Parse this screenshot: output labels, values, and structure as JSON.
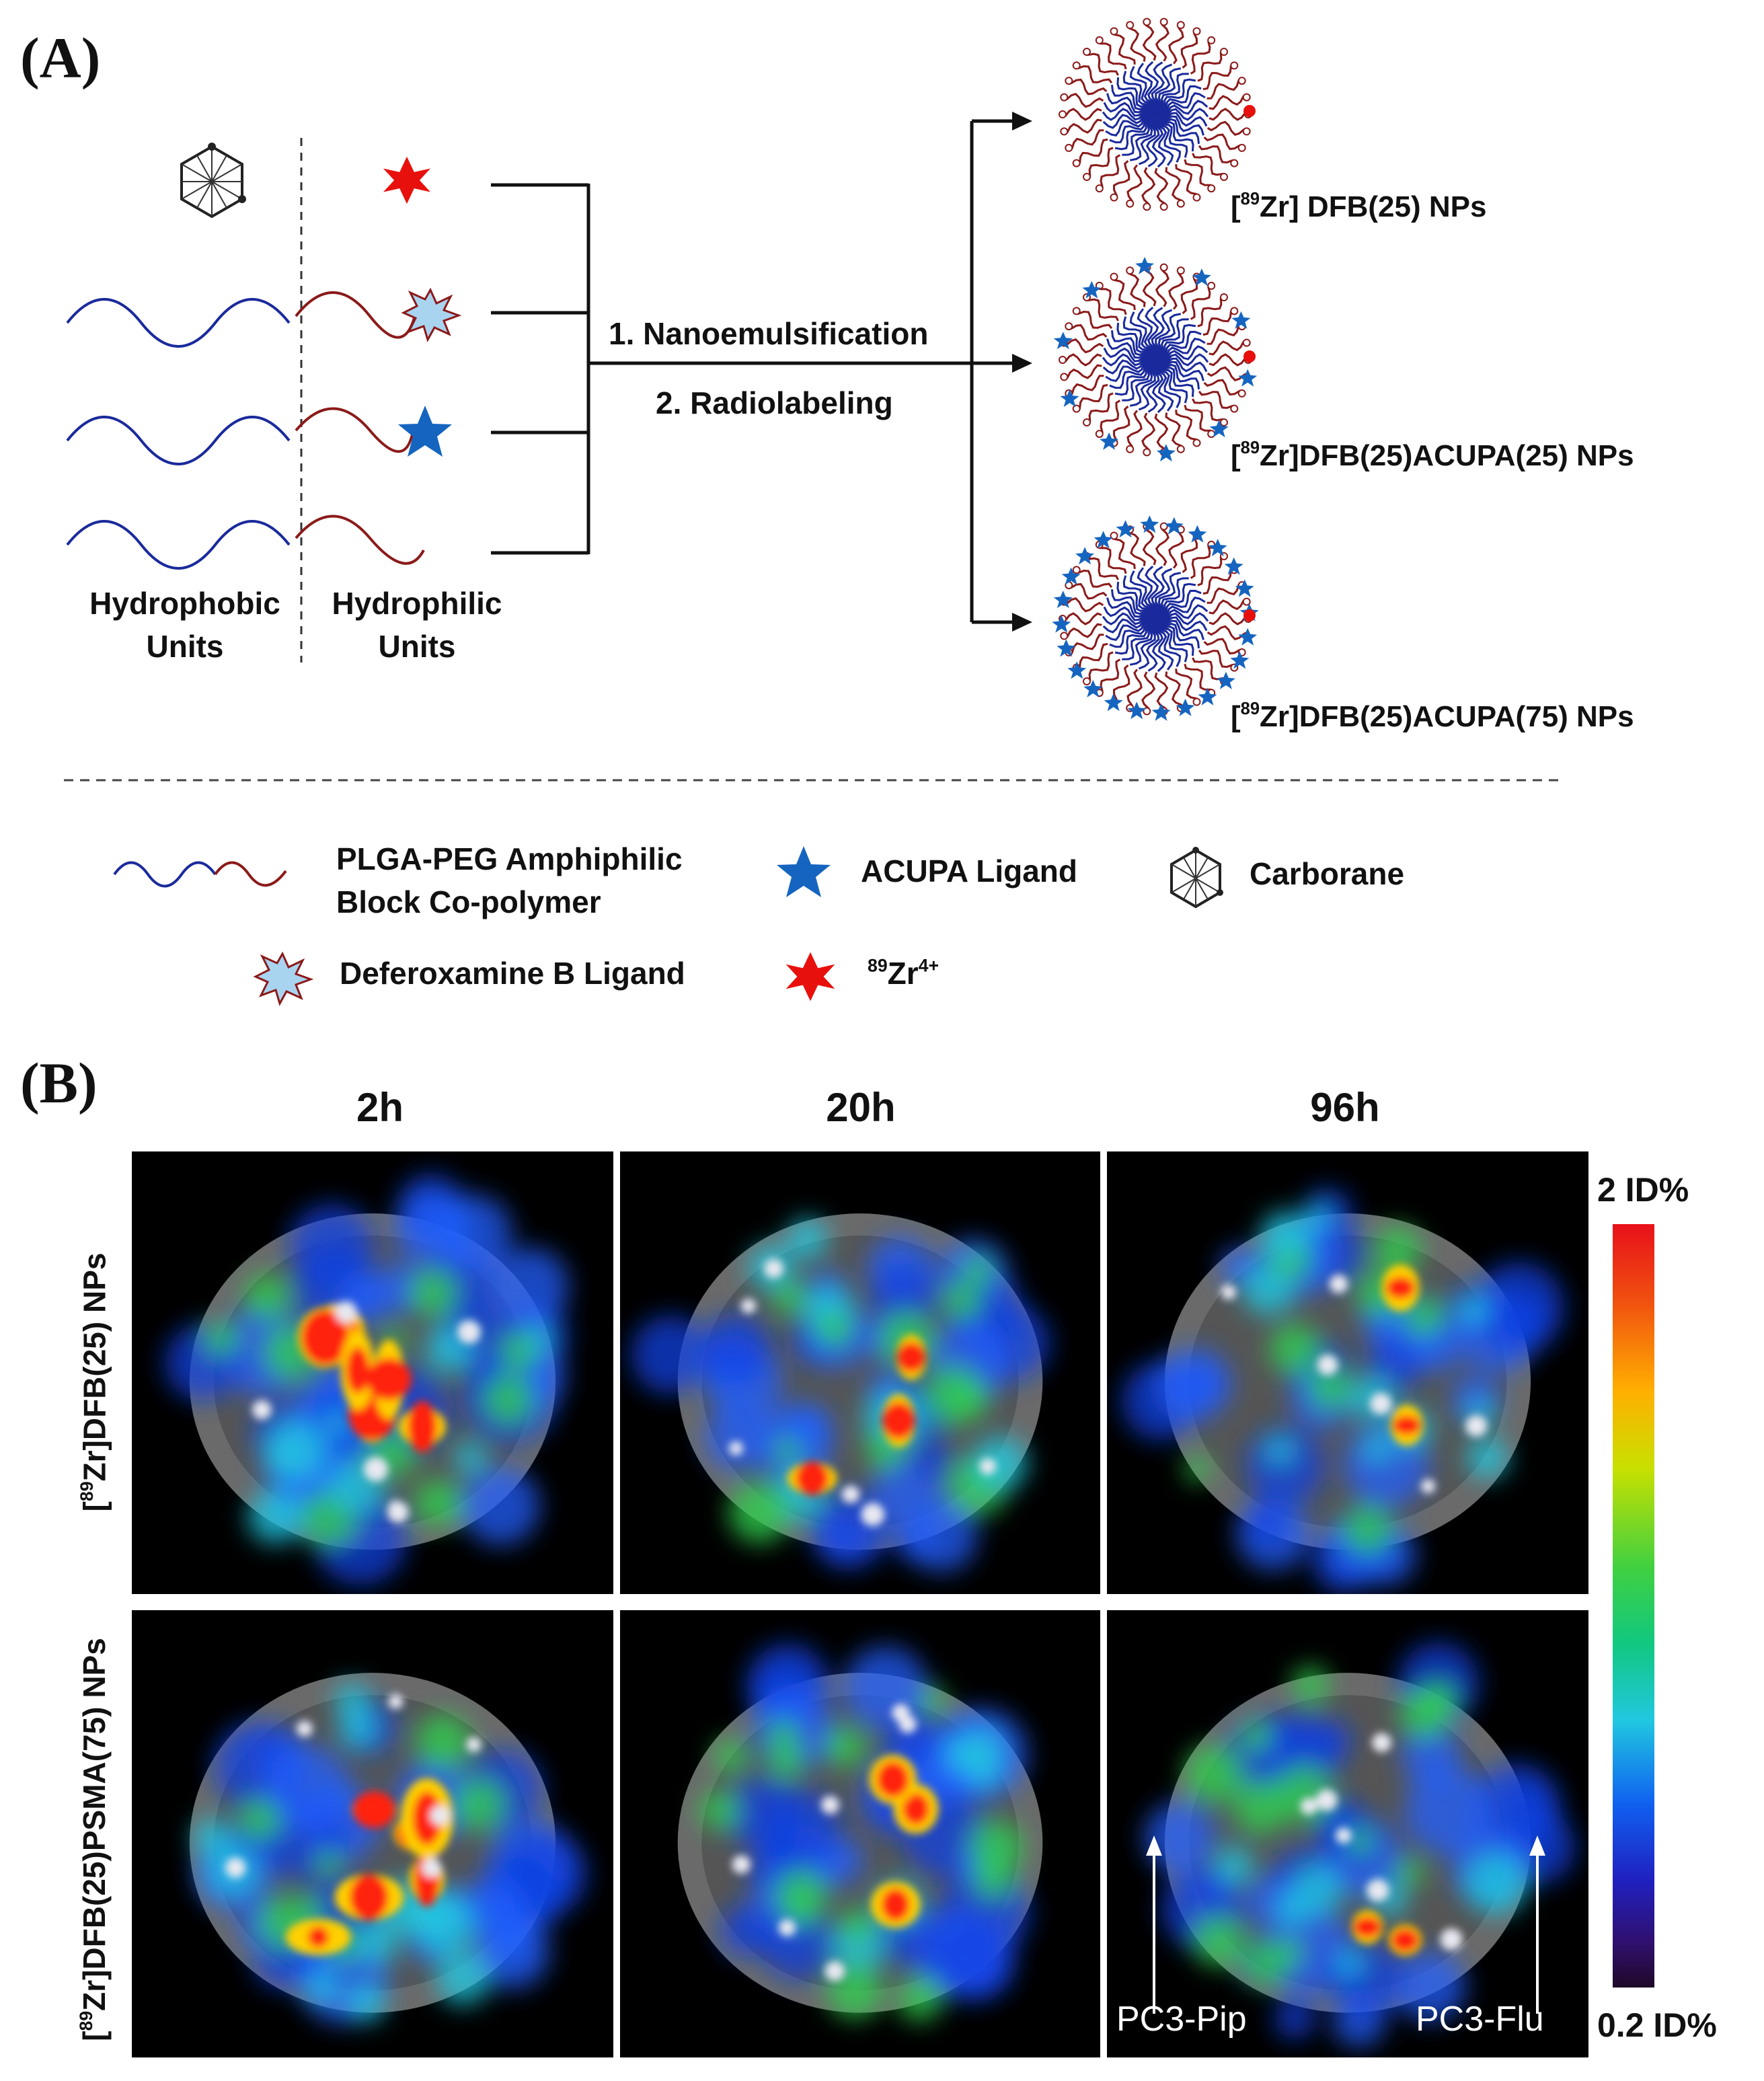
{
  "panel_a": {
    "letter": "(A)",
    "divider_labels": {
      "hydrophobic_line1": "Hydrophobic",
      "hydrophobic_line2": "Units",
      "hydrophilic_line1": "Hydrophilic",
      "hydrophilic_line2": "Units"
    },
    "steps": {
      "step1": "1. Nanoemulsification",
      "step2": "2. Radiolabeling"
    },
    "products": [
      {
        "prefix": "[",
        "sup": "89",
        "suffix": "Zr] DFB(25) NPs"
      },
      {
        "prefix": "[",
        "sup": "89",
        "suffix": "Zr]DFB(25)ACUPA(25) NPs"
      },
      {
        "prefix": "[",
        "sup": "89",
        "suffix": "Zr]DFB(25)ACUPA(75) NPs"
      }
    ],
    "legend": {
      "polymer_line1": "PLGA-PEG Amphiphilic",
      "polymer_line2": "Block Co-polymer",
      "acupa": "ACUPA Ligand",
      "carborane": "Carborane",
      "dfb": "Deferoxamine B Ligand",
      "zr_sup": "89",
      "zr_base": "Zr",
      "zr_charge": "4+"
    },
    "colors": {
      "hydrophobic_chain": "#1a2a9c",
      "hydrophilic_chain": "#8b1a1a",
      "acupa_star": "#1565c0",
      "zr_star": "#e8100c",
      "dfb_fill": "#a9d4f0"
    }
  },
  "panel_b": {
    "letter": "(B)",
    "timepoints": [
      "2h",
      "20h",
      "96h"
    ],
    "rows": [
      {
        "prefix": "[",
        "sup": "89",
        "suffix": "Zr]DFB(25) NPs"
      },
      {
        "prefix": "[",
        "sup": "89",
        "suffix": "Zr]DFB(25)PSMA(75) NPs"
      }
    ],
    "colorbar": {
      "max_label": "2 ID%",
      "min_label": "0.2 ID%"
    },
    "annotations": {
      "left": "PC3-Pip",
      "right": "PC3-Flu"
    }
  }
}
